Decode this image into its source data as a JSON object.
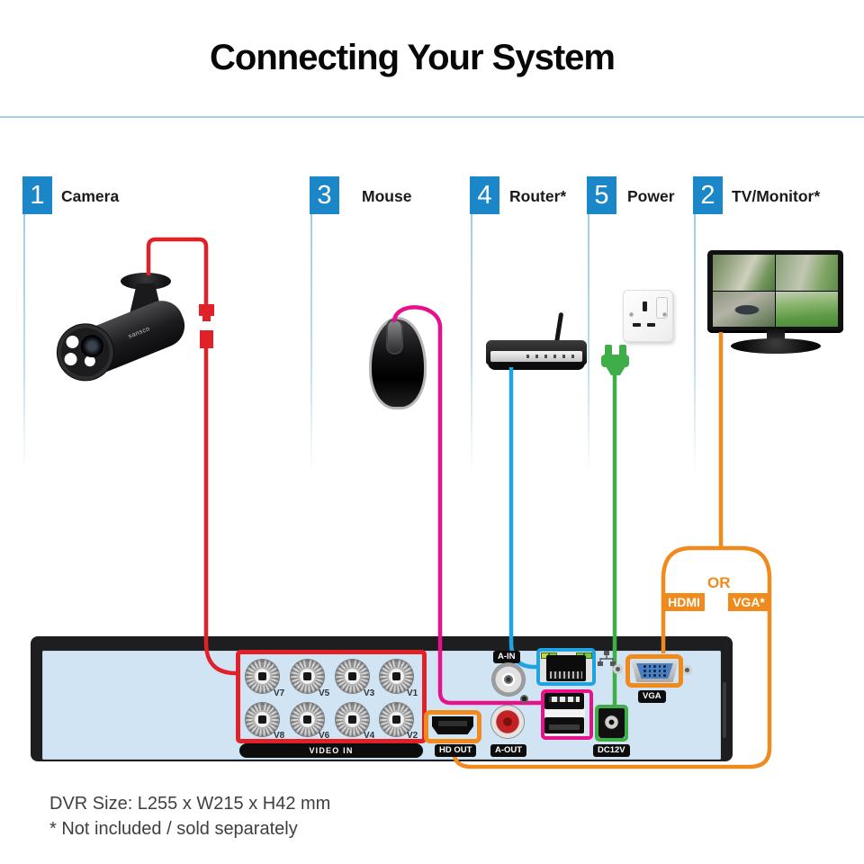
{
  "title": "Connecting Your System",
  "legend": {
    "items": [
      {
        "num": "1",
        "label": "Camera"
      },
      {
        "num": "3",
        "label": "Mouse"
      },
      {
        "num": "4",
        "label": "Router*"
      },
      {
        "num": "5",
        "label": "Power"
      },
      {
        "num": "2",
        "label": "TV/Monitor*"
      }
    ]
  },
  "camera": {
    "brand": "sansco"
  },
  "dvr": {
    "video_in": {
      "title": "VIDEO IN",
      "labels": [
        "V7",
        "V5",
        "V3",
        "V1",
        "V8",
        "V6",
        "V4",
        "V2"
      ]
    },
    "ports": {
      "a_in": "A-IN",
      "a_out": "A-OUT",
      "hd_out": "HD OUT",
      "dc12v": "DC12V",
      "vga": "VGA"
    }
  },
  "connection": {
    "or_label": "OR",
    "hdmi_label": "HDMI",
    "vga_alt_label": "VGA*"
  },
  "footer": {
    "line1": "DVR Size: L255 x W215 x H42 mm",
    "line2": "* Not included / sold separately"
  },
  "colors": {
    "legend_blue": "#1b87c9",
    "cable_red": "#e02128",
    "cable_magenta": "#e8118c",
    "cable_blue": "#1fa3e3",
    "cable_green": "#3fae49",
    "cable_orange": "#f18a1d",
    "dvr_face": "#d0e4f4",
    "separator_blue": "#a9cfe8"
  }
}
